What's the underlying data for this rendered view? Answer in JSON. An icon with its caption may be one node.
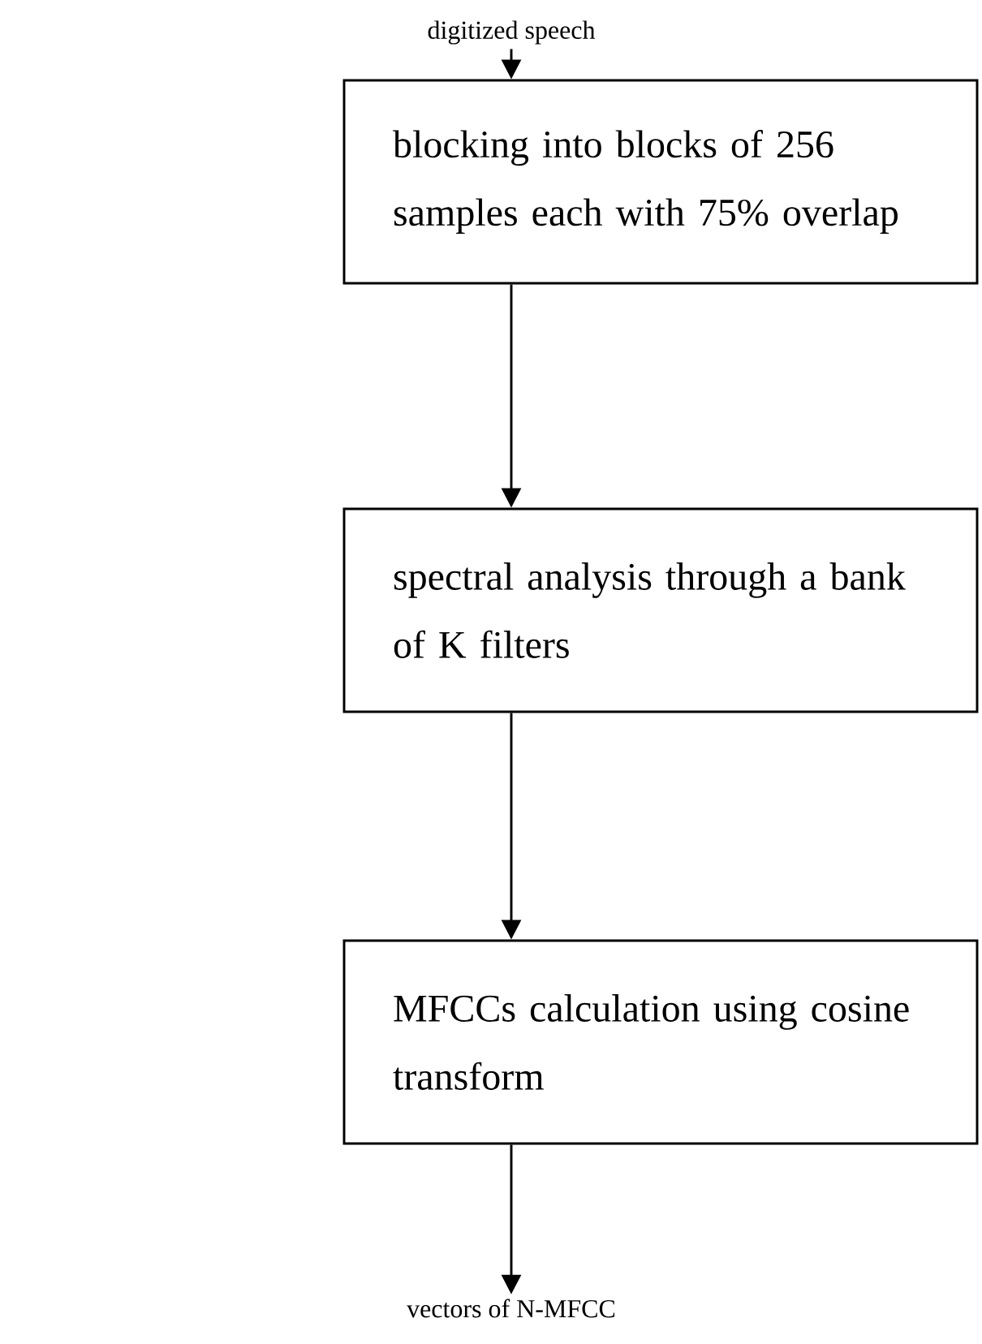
{
  "diagram": {
    "nodes": [
      {
        "text": [
          "digitized speech"
        ]
      },
      {
        "text": [
          "blocking into blocks of 256 samples each with 75% overlap"
        ]
      },
      {
        "text": [
          "spectral analysis through a bank of K filters"
        ]
      },
      {
        "text": [
          "MFCCs  calculation using cosine transform"
        ]
      },
      {
        "text": [
          "vectors of  N-MFCC"
        ]
      }
    ],
    "edges": [
      {
        "from": 0,
        "to": 1,
        "arrow": "to"
      },
      {
        "from": 1,
        "to": 2,
        "arrow": "to"
      },
      {
        "from": 2,
        "to": 3,
        "arrow": "to"
      },
      {
        "from": 3,
        "to": 4,
        "arrow": "to"
      }
    ]
  }
}
